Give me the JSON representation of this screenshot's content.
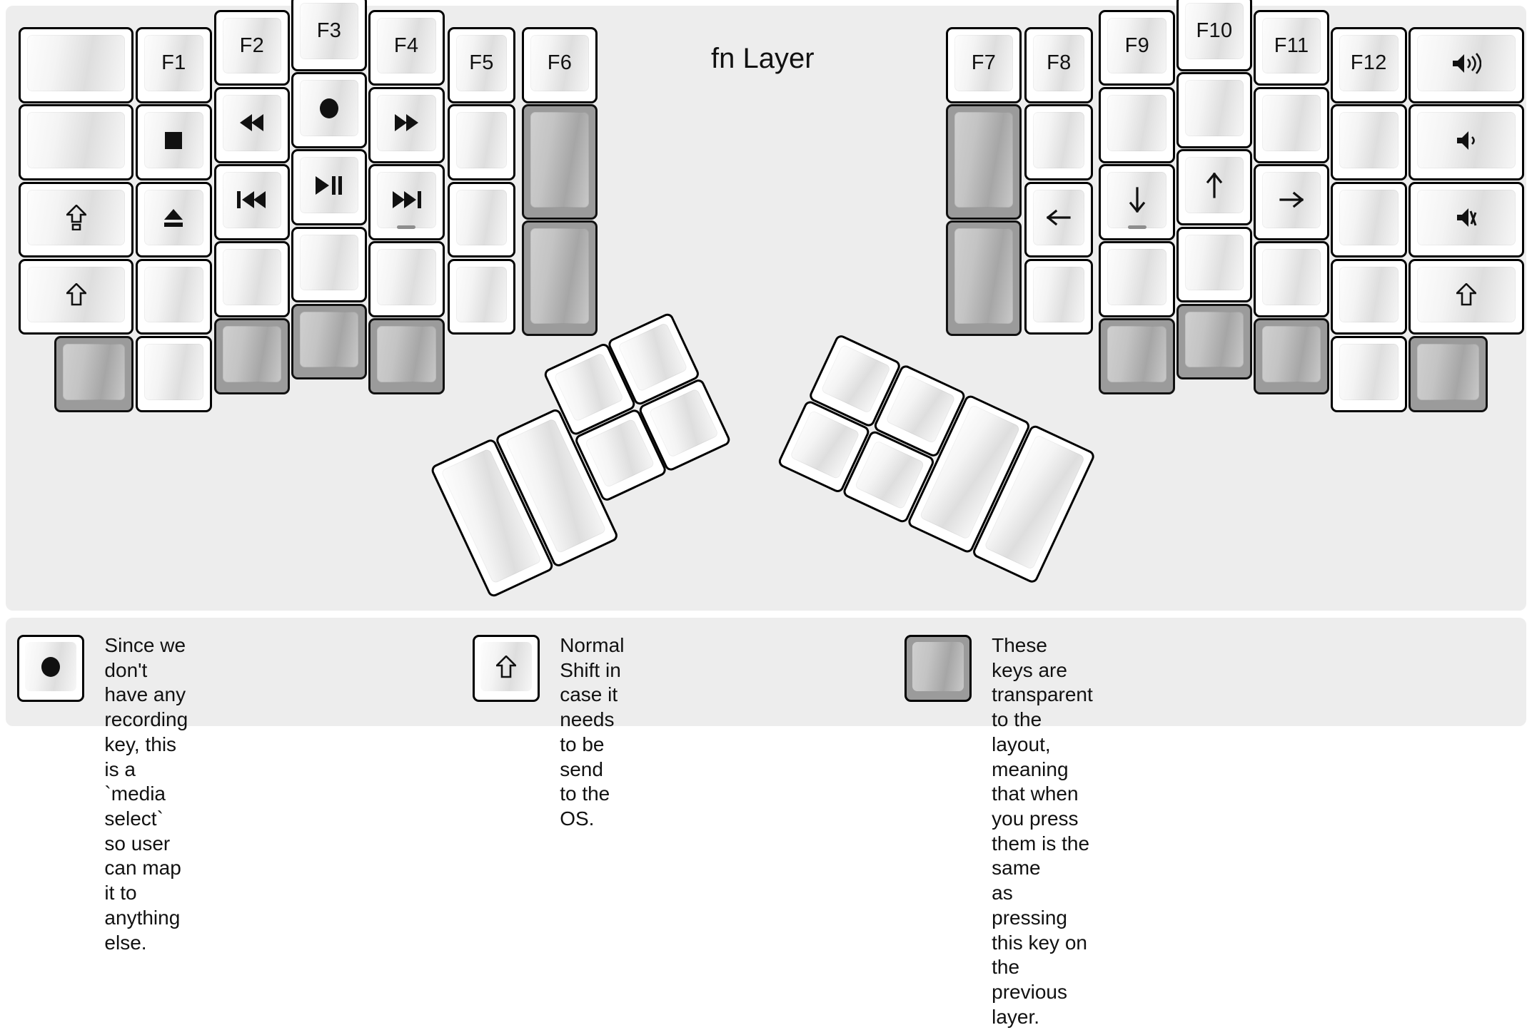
{
  "title": "fn Layer",
  "colors": {
    "background": "#ededed",
    "key_face": "#ffffff",
    "key_outline": "#000000",
    "transparent_key": "#9b9b9b",
    "legend_text": "#111111"
  },
  "keyboard": {
    "name": "split ergonomic columnar keyboard",
    "left_half": {
      "columns": [
        {
          "name": "outer-column",
          "keys": [
            {
              "label": "",
              "icon": "",
              "state": "normal"
            },
            {
              "label": "",
              "icon": "",
              "state": "normal"
            },
            {
              "label": "",
              "icon": "caps-lock-icon",
              "state": "normal"
            },
            {
              "label": "",
              "icon": "shift-icon",
              "state": "normal"
            },
            {
              "label": "",
              "icon": "",
              "state": "transparent"
            }
          ]
        },
        {
          "name": "pinky-column",
          "keys": [
            {
              "label": "F1",
              "icon": "",
              "state": "normal"
            },
            {
              "label": "",
              "icon": "media-stop-icon",
              "state": "normal"
            },
            {
              "label": "",
              "icon": "media-eject-icon",
              "state": "normal"
            },
            {
              "label": "",
              "icon": "",
              "state": "normal"
            },
            {
              "label": "",
              "icon": "",
              "state": "normal"
            }
          ]
        },
        {
          "name": "ring-column",
          "keys": [
            {
              "label": "F2",
              "icon": "",
              "state": "normal"
            },
            {
              "label": "",
              "icon": "media-rewind-icon",
              "state": "normal"
            },
            {
              "label": "",
              "icon": "media-previous-track-icon",
              "state": "normal"
            },
            {
              "label": "",
              "icon": "",
              "state": "normal"
            },
            {
              "label": "",
              "icon": "",
              "state": "transparent"
            }
          ]
        },
        {
          "name": "middle-column",
          "keys": [
            {
              "label": "F3",
              "icon": "",
              "state": "normal"
            },
            {
              "label": "",
              "icon": "media-record-icon",
              "state": "normal"
            },
            {
              "label": "",
              "icon": "media-play-pause-icon",
              "state": "normal"
            },
            {
              "label": "",
              "icon": "",
              "state": "normal"
            },
            {
              "label": "",
              "icon": "",
              "state": "transparent"
            }
          ]
        },
        {
          "name": "index-column",
          "keys": [
            {
              "label": "F4",
              "icon": "",
              "state": "normal"
            },
            {
              "label": "",
              "icon": "media-fast-forward-icon",
              "state": "normal"
            },
            {
              "label": "",
              "icon": "media-next-track-icon",
              "state": "normal",
              "homing": true
            },
            {
              "label": "",
              "icon": "",
              "state": "normal"
            },
            {
              "label": "",
              "icon": "",
              "state": "transparent"
            }
          ]
        },
        {
          "name": "inner-index-column",
          "keys": [
            {
              "label": "F5",
              "icon": "",
              "state": "normal"
            },
            {
              "label": "",
              "icon": "",
              "state": "normal"
            },
            {
              "label": "",
              "icon": "",
              "state": "normal"
            },
            {
              "label": "",
              "icon": "",
              "state": "normal"
            }
          ]
        },
        {
          "name": "inner-column",
          "keys": [
            {
              "label": "F6",
              "icon": "",
              "state": "normal"
            },
            {
              "label": "",
              "icon": "",
              "state": "transparent"
            },
            {
              "label": "",
              "icon": "",
              "state": "transparent"
            }
          ]
        }
      ],
      "thumb_cluster": {
        "name": "left-thumb-cluster",
        "rotation_deg": -25,
        "keys": [
          {
            "label": "",
            "icon": "",
            "state": "normal",
            "size": "2u-vertical"
          },
          {
            "label": "",
            "icon": "",
            "state": "normal",
            "size": "2u-vertical"
          },
          {
            "label": "",
            "icon": "",
            "state": "normal",
            "size": "1u"
          },
          {
            "label": "",
            "icon": "",
            "state": "normal",
            "size": "1u"
          },
          {
            "label": "",
            "icon": "",
            "state": "normal",
            "size": "1u"
          },
          {
            "label": "",
            "icon": "",
            "state": "normal",
            "size": "1u"
          }
        ]
      }
    },
    "right_half": {
      "columns": [
        {
          "name": "inner-column",
          "keys": [
            {
              "label": "F7",
              "icon": "",
              "state": "normal"
            },
            {
              "label": "",
              "icon": "",
              "state": "transparent"
            },
            {
              "label": "",
              "icon": "",
              "state": "transparent"
            }
          ]
        },
        {
          "name": "inner-index-column",
          "keys": [
            {
              "label": "F8",
              "icon": "",
              "state": "normal"
            },
            {
              "label": "",
              "icon": "",
              "state": "normal"
            },
            {
              "label": "",
              "icon": "arrow-left-icon",
              "state": "normal"
            },
            {
              "label": "",
              "icon": "",
              "state": "normal"
            }
          ]
        },
        {
          "name": "index-column",
          "keys": [
            {
              "label": "F9",
              "icon": "",
              "state": "normal"
            },
            {
              "label": "",
              "icon": "",
              "state": "normal"
            },
            {
              "label": "",
              "icon": "arrow-down-icon",
              "state": "normal",
              "homing": true
            },
            {
              "label": "",
              "icon": "",
              "state": "normal"
            },
            {
              "label": "",
              "icon": "",
              "state": "transparent"
            }
          ]
        },
        {
          "name": "middle-column",
          "keys": [
            {
              "label": "F10",
              "icon": "",
              "state": "normal"
            },
            {
              "label": "",
              "icon": "",
              "state": "normal"
            },
            {
              "label": "",
              "icon": "arrow-up-icon",
              "state": "normal"
            },
            {
              "label": "",
              "icon": "",
              "state": "normal"
            },
            {
              "label": "",
              "icon": "",
              "state": "transparent"
            }
          ]
        },
        {
          "name": "ring-column",
          "keys": [
            {
              "label": "F11",
              "icon": "",
              "state": "normal"
            },
            {
              "label": "",
              "icon": "",
              "state": "normal"
            },
            {
              "label": "",
              "icon": "arrow-right-icon",
              "state": "normal"
            },
            {
              "label": "",
              "icon": "",
              "state": "normal"
            },
            {
              "label": "",
              "icon": "",
              "state": "transparent"
            }
          ]
        },
        {
          "name": "pinky-column",
          "keys": [
            {
              "label": "F12",
              "icon": "",
              "state": "normal"
            },
            {
              "label": "",
              "icon": "",
              "state": "normal"
            },
            {
              "label": "",
              "icon": "",
              "state": "normal"
            },
            {
              "label": "",
              "icon": "",
              "state": "normal"
            },
            {
              "label": "",
              "icon": "",
              "state": "normal"
            }
          ]
        },
        {
          "name": "outer-column",
          "keys": [
            {
              "label": "",
              "icon": "volume-up-icon",
              "state": "normal"
            },
            {
              "label": "",
              "icon": "volume-down-icon",
              "state": "normal"
            },
            {
              "label": "",
              "icon": "volume-mute-icon",
              "state": "normal"
            },
            {
              "label": "",
              "icon": "shift-icon",
              "state": "normal"
            },
            {
              "label": "",
              "icon": "",
              "state": "transparent"
            }
          ]
        }
      ],
      "thumb_cluster": {
        "name": "right-thumb-cluster",
        "rotation_deg": 25,
        "keys": [
          {
            "label": "",
            "icon": "",
            "state": "normal",
            "size": "1u"
          },
          {
            "label": "",
            "icon": "",
            "state": "normal",
            "size": "1u"
          },
          {
            "label": "",
            "icon": "",
            "state": "normal",
            "size": "1u"
          },
          {
            "label": "",
            "icon": "",
            "state": "normal",
            "size": "1u"
          },
          {
            "label": "",
            "icon": "",
            "state": "normal",
            "size": "2u-vertical"
          },
          {
            "label": "",
            "icon": "",
            "state": "normal",
            "size": "2u-vertical"
          }
        ]
      }
    }
  },
  "legend": [
    {
      "key_icon": "media-record-icon",
      "key_state": "normal",
      "text": "Since we don't have any recording\nkey, this is a `media select` so user\ncan map it to anything else."
    },
    {
      "key_icon": "shift-icon",
      "key_state": "normal",
      "text": "Normal Shift in case it needs\nto be send to the OS."
    },
    {
      "key_icon": "",
      "key_state": "transparent",
      "text": "These keys are transparent to the layout,\nmeaning that when you press them is the same\nas pressing this key on the previous layer."
    }
  ]
}
